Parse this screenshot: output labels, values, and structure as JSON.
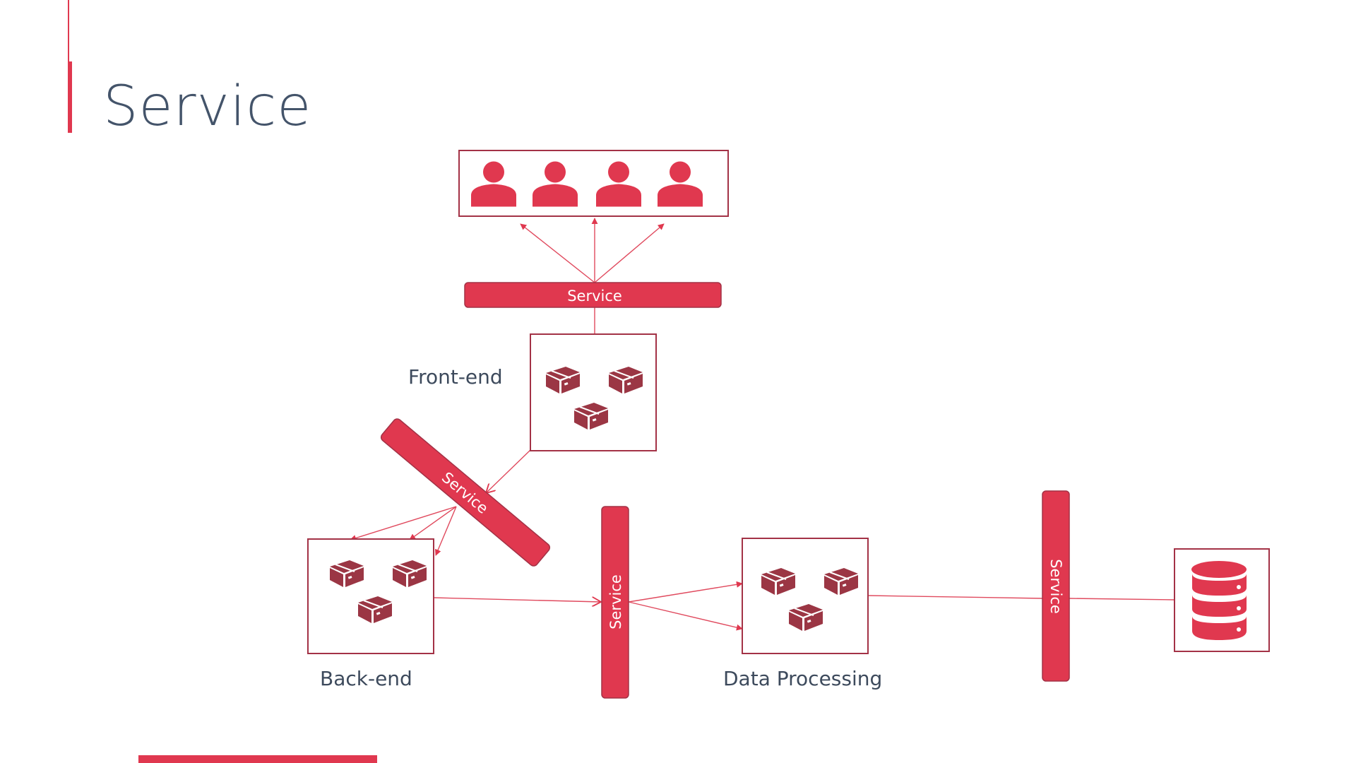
{
  "slide": {
    "title": "Service",
    "colors": {
      "accent": "#e0384f",
      "box_border": "#a33246",
      "box_icon": "#9b3644",
      "service_fill": "#e0384f",
      "service_stroke": "#a33246",
      "connector": "#e04a5e",
      "text": "#44546a"
    }
  },
  "diagram": {
    "users": {
      "count": 4,
      "icon": "user-icon"
    },
    "services": [
      {
        "id": "svc-top",
        "label": "Service"
      },
      {
        "id": "svc-diagonal",
        "label": "Service"
      },
      {
        "id": "svc-middle",
        "label": "Service"
      },
      {
        "id": "svc-right",
        "label": "Service"
      }
    ],
    "components": [
      {
        "id": "frontend",
        "label": "Front-end",
        "icon": "package-icon",
        "icon_count": 3
      },
      {
        "id": "backend",
        "label": "Back-end",
        "icon": "package-icon",
        "icon_count": 3
      },
      {
        "id": "dataproc",
        "label": "Data Processing",
        "icon": "package-icon",
        "icon_count": 3
      },
      {
        "id": "database",
        "label": "",
        "icon": "database-icon",
        "icon_count": 1
      }
    ],
    "connections": [
      {
        "from": "svc-top",
        "to": "users",
        "count": 3
      },
      {
        "from": "frontend",
        "to": "svc-top",
        "count": 1
      },
      {
        "from": "frontend",
        "to": "svc-diagonal",
        "count": 1
      },
      {
        "from": "svc-diagonal",
        "to": "backend",
        "count": 3
      },
      {
        "from": "backend",
        "to": "svc-middle",
        "count": 1
      },
      {
        "from": "svc-middle",
        "to": "dataproc",
        "count": 2
      },
      {
        "from": "dataproc",
        "to": "svc-right",
        "count": 1
      },
      {
        "from": "svc-right",
        "to": "database",
        "count": 1
      }
    ]
  }
}
